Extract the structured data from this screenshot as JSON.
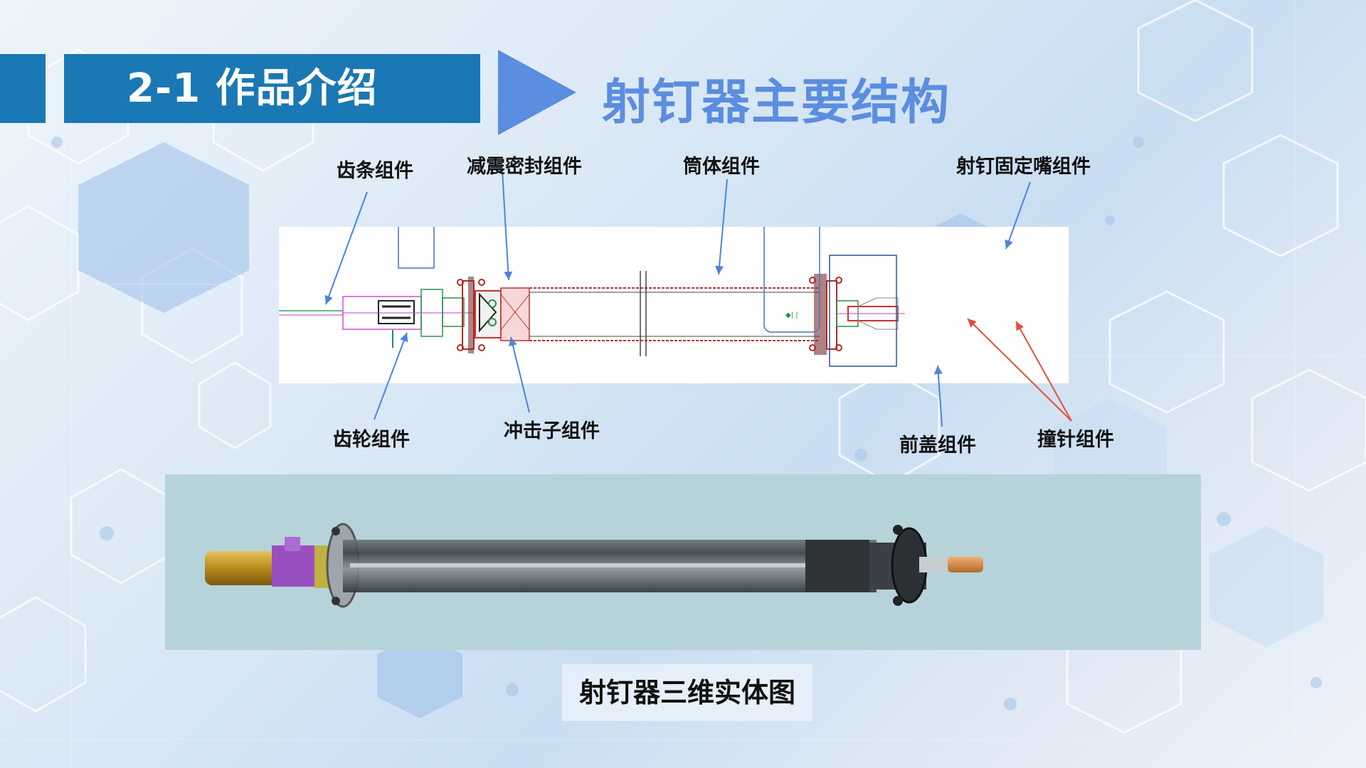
{
  "header": {
    "section_title": "2-1 作品介绍",
    "slide_heading": "射钉器主要结构"
  },
  "colors": {
    "header_blue": "#1a78b4",
    "heading_blue": "#5b8de0",
    "leader_blue": "#4a86d8",
    "leader_red": "#e0503a",
    "render_bg": "#b6d3d9"
  },
  "callouts": {
    "rack": "齿条组件",
    "damping_seal": "减震密封组件",
    "barrel": "筒体组件",
    "nozzle": "射钉固定嘴组件",
    "gear": "齿轮组件",
    "impactor": "冲击子组件",
    "front_cover": "前盖组件",
    "firing_pin": "撞针组件"
  },
  "drawing": {
    "small_marker": "◆| |"
  },
  "caption": "射钉器三维实体图"
}
